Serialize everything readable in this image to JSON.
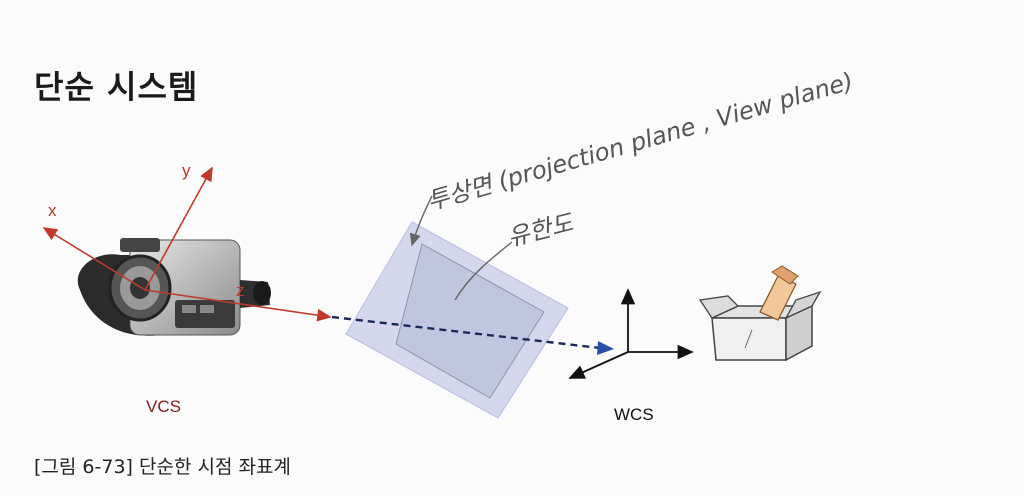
{
  "title": "단순 시스템",
  "caption": "[그림 6-73] 단순한 시점 좌표계",
  "labels": {
    "x_axis": "x",
    "y_axis": "y",
    "z_axis": "z",
    "vcs": "VCS",
    "wcs": "WCS"
  },
  "annotations": {
    "projection_plane": "투상면 (projection plane , View plane)",
    "finite": "유한도"
  },
  "colors": {
    "camera_axes": "#c0392b",
    "vcs_label": "#8b1a1a",
    "dash_line": "#1c2a5a",
    "arrow_tip": "#2850a8",
    "plane_fill": "#c8ccea",
    "wcs_axes": "#111111"
  }
}
